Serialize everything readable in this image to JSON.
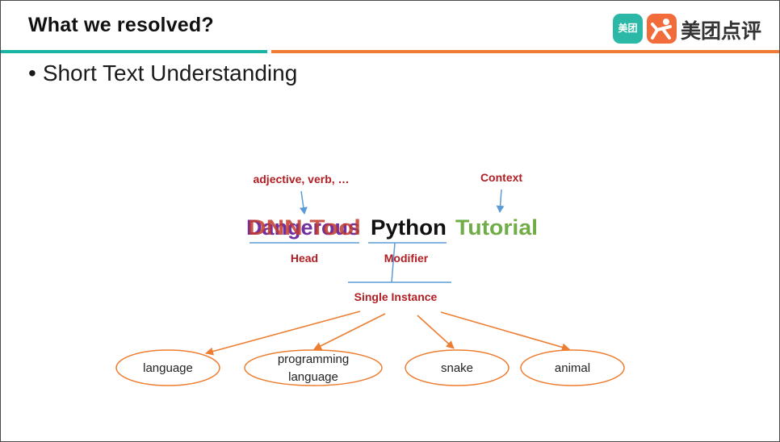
{
  "slide": {
    "title": "What we resolved?",
    "bullet": "Short Text Understanding"
  },
  "logo": {
    "tile_text": "美团",
    "text": "美团点评"
  },
  "diagram": {
    "overlap_word_1": "Dangerous",
    "overlap_word_2": "DNN Tool",
    "word_python": "Python",
    "word_tutorial": "Tutorial",
    "label_adjective": "adjective, verb, …",
    "label_context": "Context",
    "label_head": "Head",
    "label_modifier": "Modifier",
    "label_single_instance": "Single Instance",
    "concepts": [
      {
        "label": "language"
      },
      {
        "label_line1": "programming",
        "label_line2": "language"
      },
      {
        "label": "snake"
      },
      {
        "label": "animal"
      }
    ]
  },
  "colors": {
    "teal_bar": "#18b4a4",
    "orange_bar": "#ee7a33",
    "dark_red_label": "#b01e23",
    "purple_word": "#7030a0",
    "red_word": "#c0392b",
    "green_word": "#70ad47",
    "blue_line": "#5b9bd5",
    "orange_arrow": "#ed7d31"
  }
}
